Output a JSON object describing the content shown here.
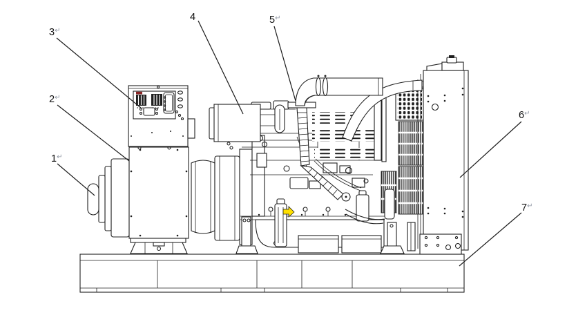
{
  "figure": {
    "kind": "technical-line-drawing",
    "subject": "open diesel generator set, side view, numbered part callouts",
    "colors": {
      "line": "#1f1f1f",
      "background": "#ffffff",
      "mark": "#8f96a3",
      "sticker_red": "#8b2525",
      "tag_yellow": "#ffe000"
    },
    "callouts": [
      {
        "text": "1",
        "mark": "↵"
      },
      {
        "text": "2",
        "mark": "↵"
      },
      {
        "text": "3",
        "mark": "↵"
      },
      {
        "text": "4",
        "mark": ""
      },
      {
        "text": "5",
        "mark": "↵"
      },
      {
        "text": "6",
        "mark": "↵"
      },
      {
        "text": "7",
        "mark": "↵"
      }
    ]
  }
}
